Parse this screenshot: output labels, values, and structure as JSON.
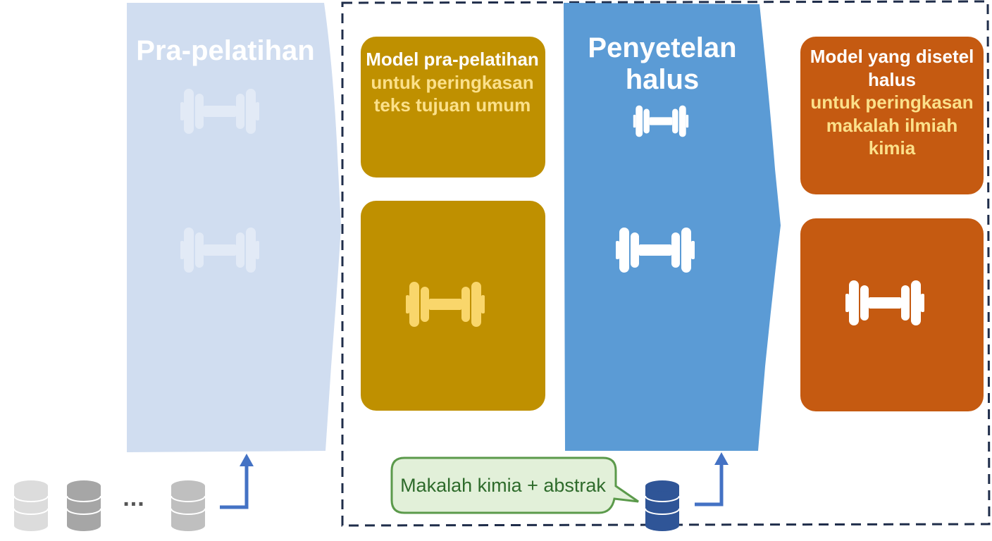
{
  "pretraining": {
    "title": "Pra-pelatihan"
  },
  "pretrained_model": {
    "text_white": "Model pra-pelatihan",
    "text_yellow": "untuk peringkasan teks tujuan umum"
  },
  "finetuning": {
    "title": "Penyetelan halus"
  },
  "finetuned_model": {
    "text_white": "Model yang disetel halus",
    "text_yellow": "untuk peringkasan makalah ilmiah kimia"
  },
  "finetune_dataset": {
    "label": "Makalah kimia + abstrak"
  },
  "pretrain_datasets": {
    "ellipsis": "..."
  },
  "colors": {
    "pretrain_panel": "#d0ddf0",
    "finetune_panel": "#5b9bd5",
    "pretrained_model": "#bf9000",
    "finetuned_model": "#c55a11",
    "highlight_text": "#fbe08a",
    "arrow": "#4472c4",
    "callout_fill": "#e2f0d9",
    "callout_border": "#5b9a4b",
    "dataset_dark": "#2f5597",
    "dataset_gray": "#a6a6a6",
    "dashed_border": "#1f2d4a"
  }
}
